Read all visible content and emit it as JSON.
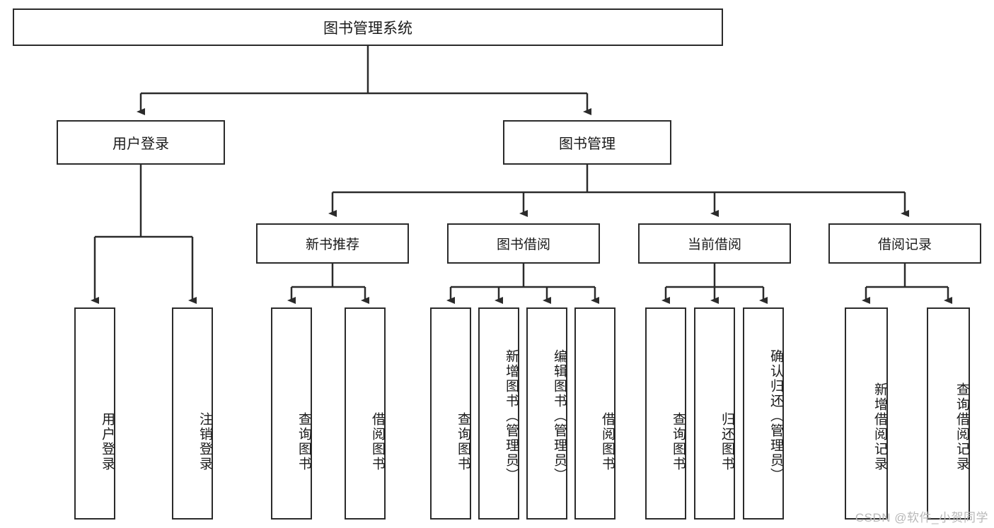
{
  "diagram": {
    "title": "图书管理系统",
    "type": "tree-hierarchy-chart",
    "root": {
      "id": "root",
      "label": "图书管理系统"
    },
    "level2": [
      {
        "id": "user-login",
        "label": "用户登录"
      },
      {
        "id": "book-manage",
        "label": "图书管理"
      }
    ],
    "level3": [
      {
        "id": "new-book-rec",
        "label": "新书推荐",
        "parent": "book-manage"
      },
      {
        "id": "book-borrow",
        "label": "图书借阅",
        "parent": "book-manage"
      },
      {
        "id": "current-borrow",
        "label": "当前借阅",
        "parent": "book-manage"
      },
      {
        "id": "borrow-record",
        "label": "借阅记录",
        "parent": "book-manage"
      }
    ],
    "leaves": [
      {
        "id": "leaf-user-login",
        "label": "用户登录",
        "parent": "user-login"
      },
      {
        "id": "leaf-logout",
        "label": "注销登录",
        "parent": "user-login"
      },
      {
        "id": "leaf-query-book-1",
        "label": "查询图书",
        "parent": "new-book-rec"
      },
      {
        "id": "leaf-borrow-book-1",
        "label": "借阅图书",
        "parent": "new-book-rec"
      },
      {
        "id": "leaf-query-book-2",
        "label": "查询图书",
        "parent": "book-borrow"
      },
      {
        "id": "leaf-add-book",
        "label": "新增图书（管理员）",
        "parent": "book-borrow"
      },
      {
        "id": "leaf-edit-book",
        "label": "编辑图书（管理员）",
        "parent": "book-borrow"
      },
      {
        "id": "leaf-borrow-book-2",
        "label": "借阅图书",
        "parent": "book-borrow"
      },
      {
        "id": "leaf-query-book-3",
        "label": "查询图书",
        "parent": "current-borrow"
      },
      {
        "id": "leaf-return-book",
        "label": "归还图书",
        "parent": "current-borrow"
      },
      {
        "id": "leaf-confirm-return",
        "label": "确认归还（管理员）",
        "parent": "current-borrow"
      },
      {
        "id": "leaf-add-record",
        "label": "新增借阅记录",
        "parent": "borrow-record"
      },
      {
        "id": "leaf-query-record",
        "label": "查询借阅记录",
        "parent": "borrow-record"
      }
    ],
    "watermark": "CSDN @软件_小贺同学",
    "colors": {
      "stroke": "#2b2b2b",
      "fill": "#ffffff",
      "text": "#1a1a1a",
      "watermark": "#b8b8b8"
    }
  }
}
